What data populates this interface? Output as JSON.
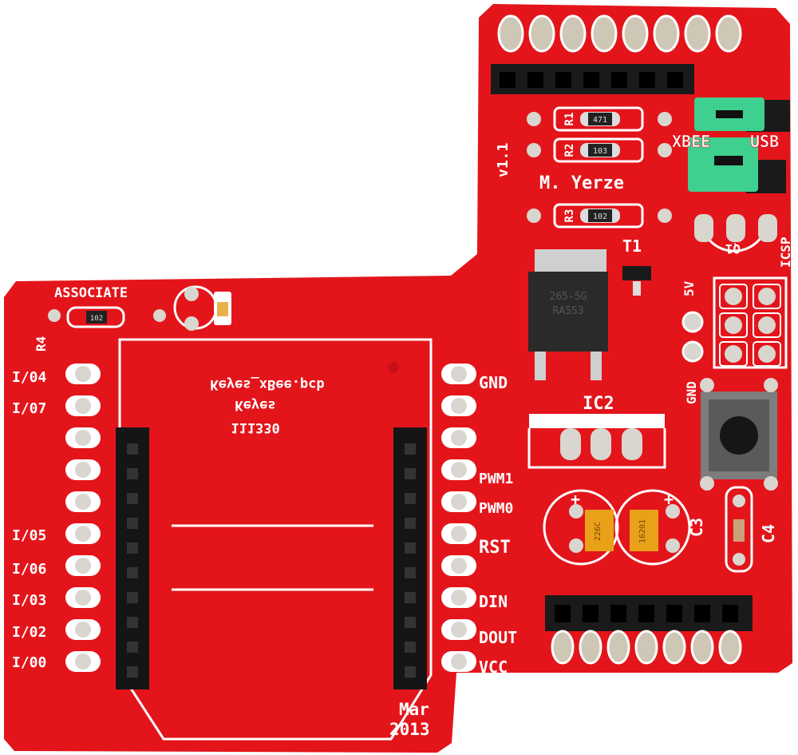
{
  "board": {
    "color": "#e3151b",
    "silkscreen_color": "#ffffff",
    "pad_color": "#d9d6cf",
    "header_color": "#1a1a1a",
    "jumper_color": "#3fcf8e",
    "capacitor_color": "#e9a11a"
  },
  "labels": {
    "associate": "ASSOCIATE",
    "r4": "R4",
    "left_pins": [
      "I/04",
      "I/07",
      "I/05",
      "I/06",
      "I/03",
      "I/02",
      "I/00"
    ],
    "right_pins": [
      "GND",
      "PWM1",
      "PWM0",
      "RST",
      "DIN",
      "DOUT",
      "VCC"
    ],
    "mirrored_text": [
      "Keyes_xBee.pcb",
      "Keyes",
      "111330"
    ],
    "date": [
      "Mar",
      "2013"
    ],
    "version": "v1.1",
    "author": "M. Yerze",
    "r1": "R1",
    "r2": "R2",
    "r3": "R3",
    "r1_code": "471",
    "r2_code": "103",
    "r3_code": "102",
    "r4_code": "102",
    "t1": "T1",
    "q1": "Q1",
    "icsp": "ICSP",
    "v5": "5V",
    "gnd_side": "GND",
    "xbee": "XBEE",
    "usb": "USB",
    "ic2": "IC2",
    "c3": "C3",
    "c4": "C4",
    "regulator_marking": [
      "265-5G",
      "RA5S3"
    ],
    "cap_marking": [
      "226C",
      "16201"
    ],
    "plus": "+"
  }
}
